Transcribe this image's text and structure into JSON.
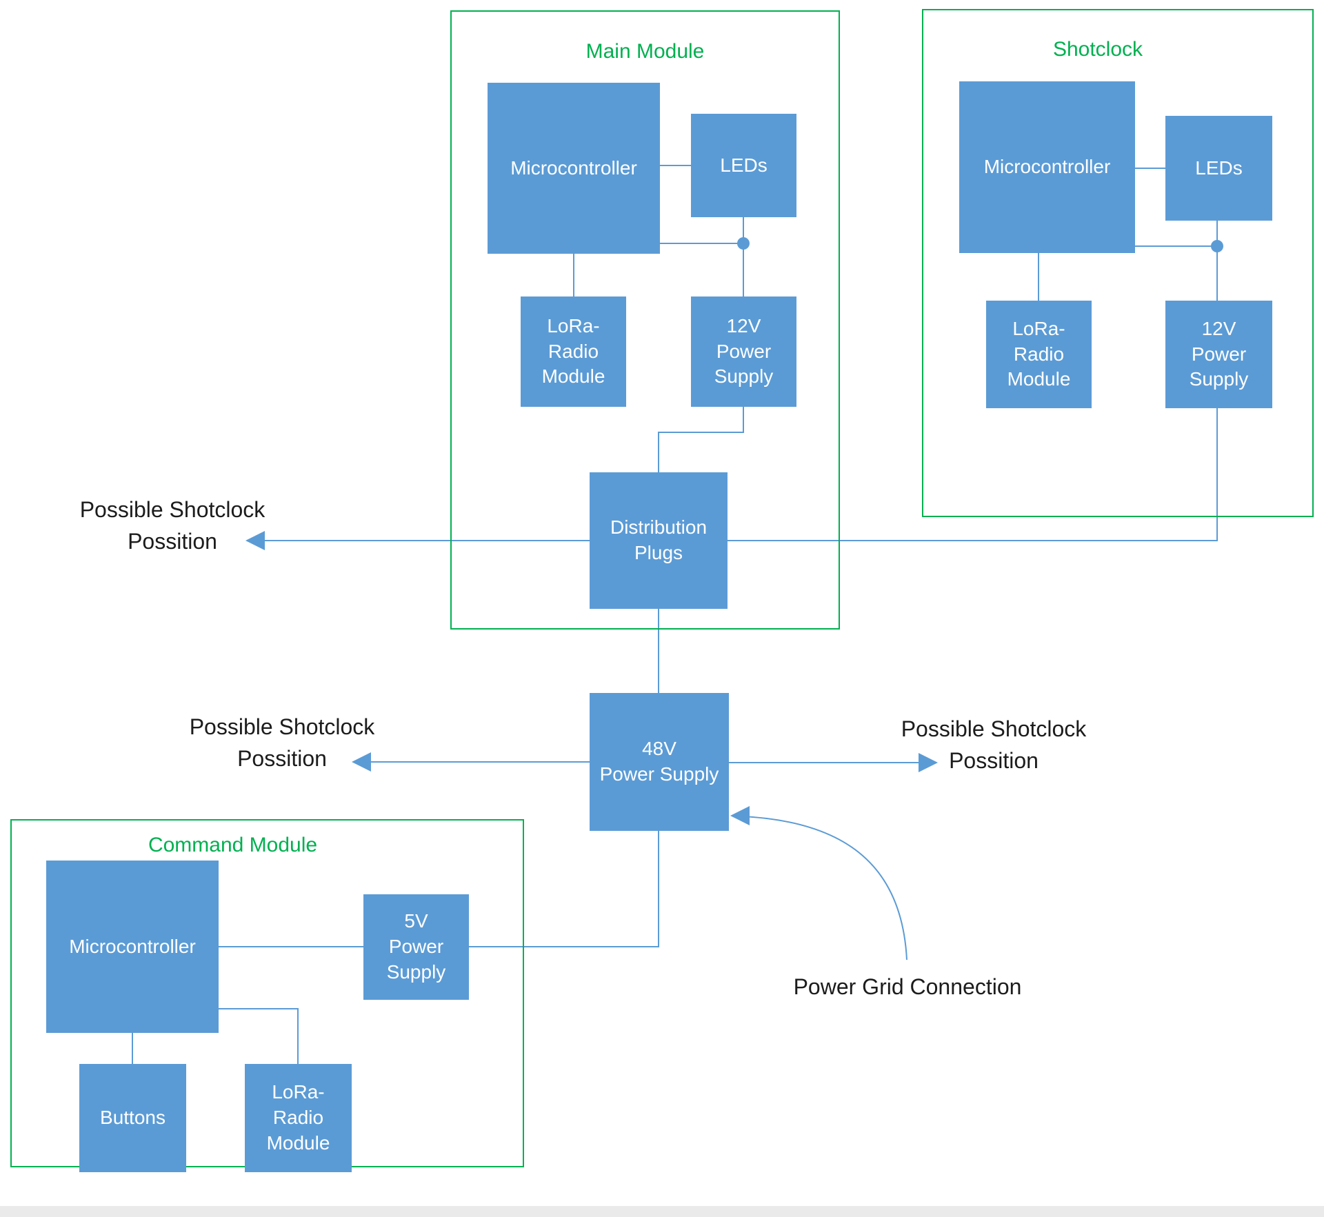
{
  "colors": {
    "box_blue": "#5b9bd5",
    "connector_blue": "#5b9bd5",
    "module_green": "#00b050",
    "label_black": "#1c1c1c",
    "box_text_white": "#ffffff"
  },
  "main_module": {
    "title": "Main Module",
    "microcontroller": "Microcontroller",
    "leds": "LEDs",
    "lora_radio": "LoRa-\nRadio\nModule",
    "power_supply": "12V\nPower\nSupply"
  },
  "shotclock": {
    "title": "Shotclock",
    "microcontroller": "Microcontroller",
    "leds": "LEDs",
    "lora_radio": "LoRa-\nRadio\nModule",
    "power_supply": "12V\nPower\nSupply"
  },
  "command_module": {
    "title": "Command Module",
    "microcontroller": "Microcontroller",
    "buttons": "Buttons",
    "lora_radio": "LoRa-\nRadio\nModule",
    "power_supply": "5V\nPower\nSupply"
  },
  "shared": {
    "distribution_plugs": "Distribution\nPlugs",
    "power_48v": "48V\nPower Supply"
  },
  "annotations": {
    "possible_shotclock_top_left": "Possible Shotclock\nPossition",
    "possible_shotclock_mid_left": "Possible Shotclock\nPossition",
    "possible_shotclock_right": "Possible Shotclock\nPossition",
    "power_grid": "Power Grid Connection"
  }
}
